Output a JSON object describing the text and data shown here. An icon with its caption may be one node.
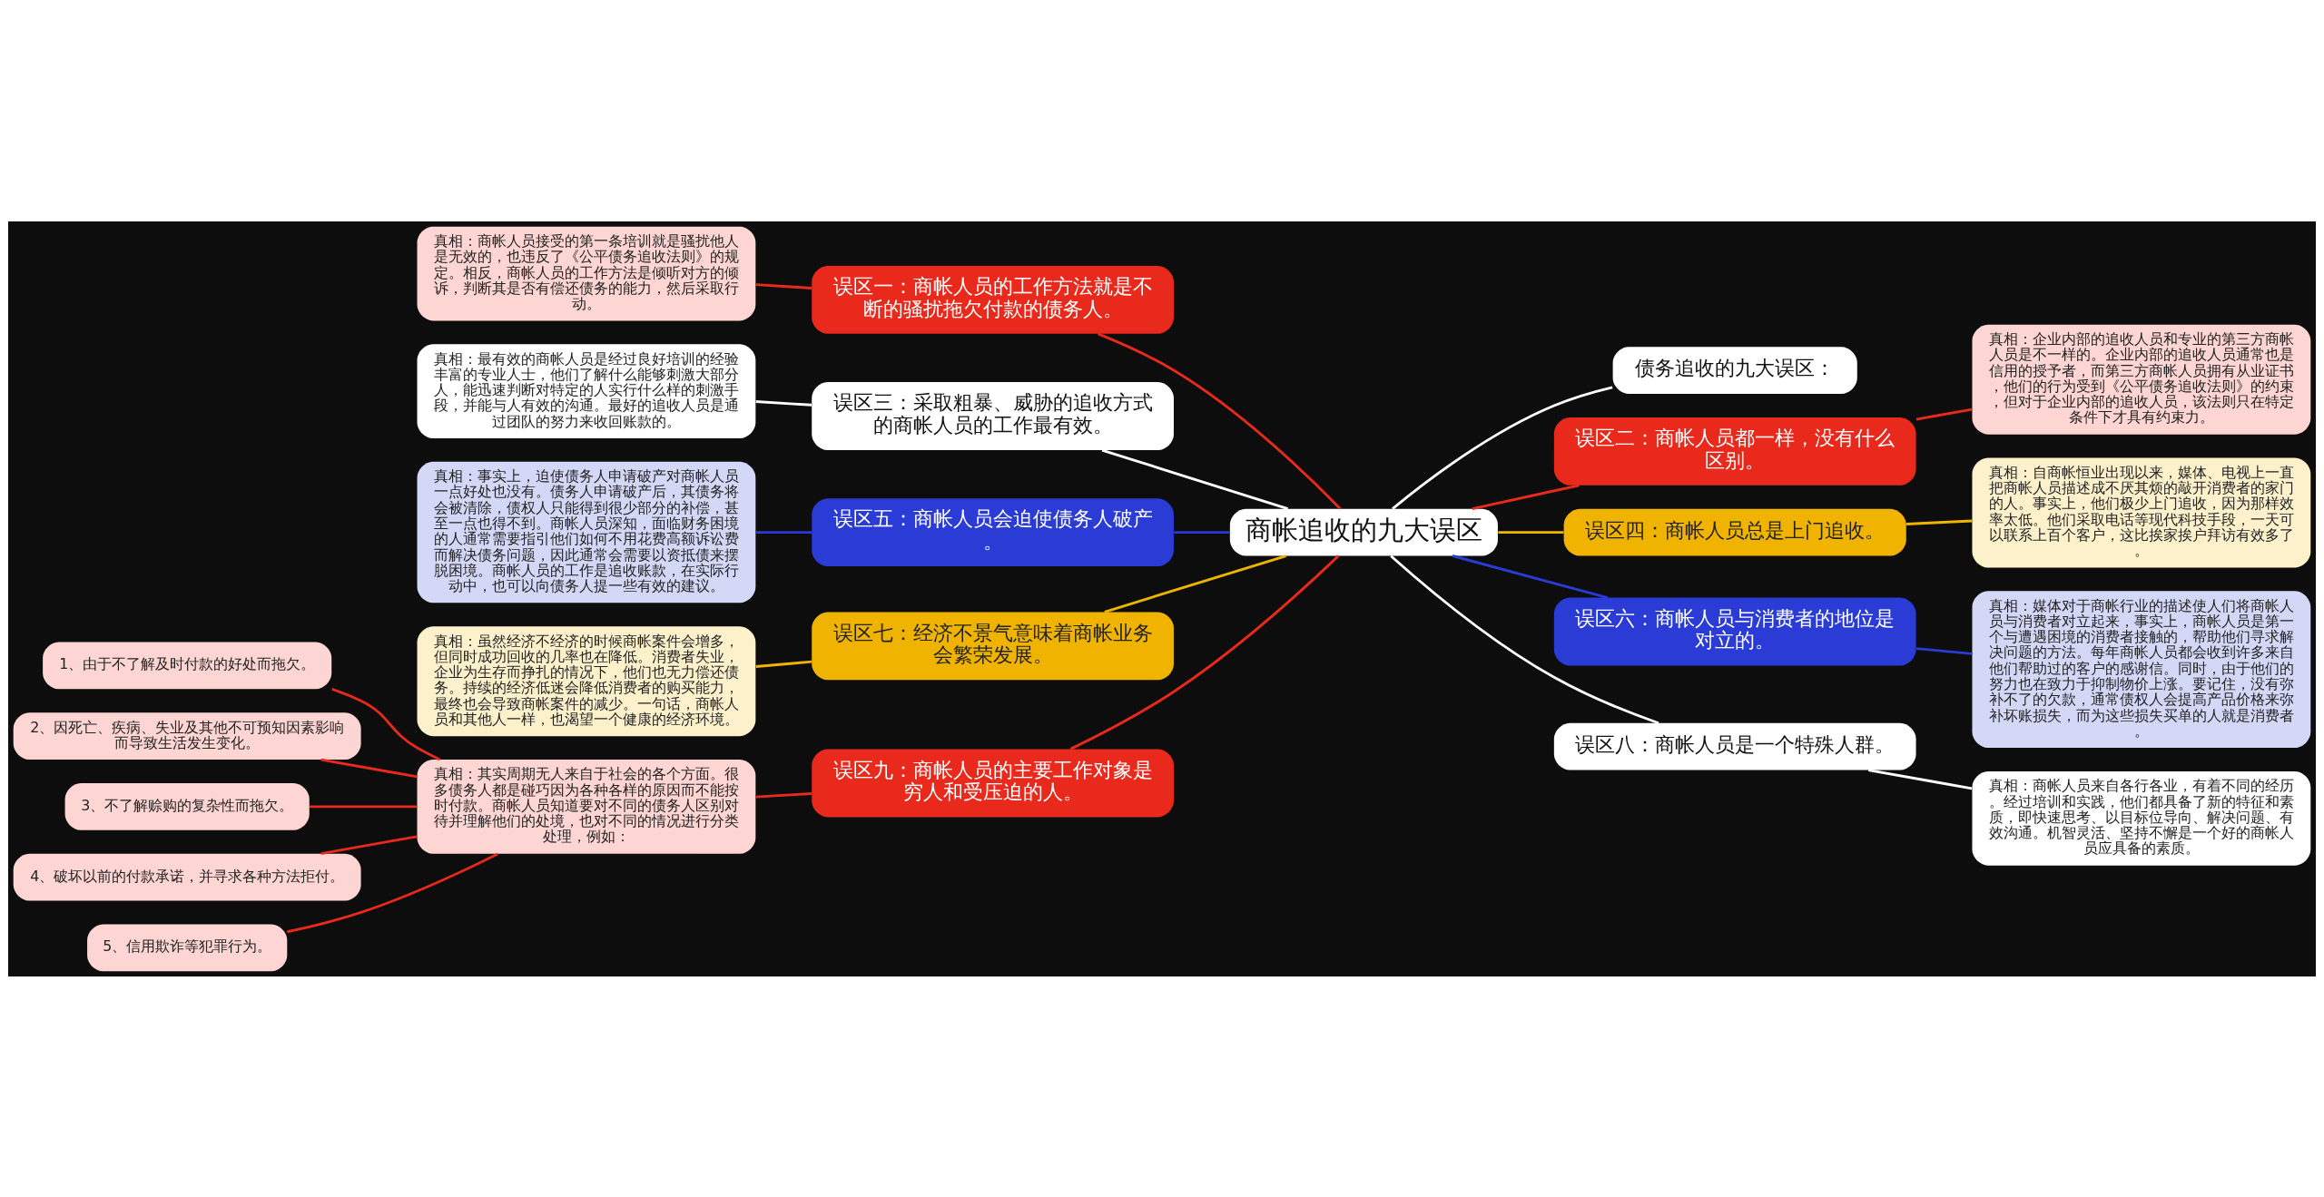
{
  "diagram": {
    "nodes": [
      {
        "text": [
          "商帐追收的九大误区"
        ]
      },
      {
        "text": [
          "债务追收的九大误区："
        ]
      },
      {
        "text": [
          "误区二：商帐人员都一样，没有什么区别。"
        ]
      },
      {
        "text": [
          "真相：企业内部的追收人员和专业的第三方商帐人员是不一样的。企业内部的追收人员通常也是信用的授予者，而第三方商帐人员拥有从业证书，他们的行为受到《公平债务追收法则》的约束，但对于企业内部的追收人员，该法则只在特定条件下才具有约束力。"
        ]
      },
      {
        "text": [
          "误区四：商帐人员总是上门追收。"
        ]
      },
      {
        "text": [
          "真相：自商帐恒业出现以来，媒体、电视上一直把商帐人员描述成不厌其烦的敲开消费者的家门的人。事实上，他们极少上门追收，因为那样效率太低。他们采取电话等现代科技手段，一天可以联系上百个客户，这比挨家挨户拜访有效多了。"
        ]
      },
      {
        "text": [
          "误区六：商帐人员与消费者的地位是对立的。"
        ]
      },
      {
        "text": [
          "真相：媒体对于商帐行业的描述使人们将商帐人员与消费者对立起来，事实上，商帐人员是第一个与遭遇困境的消费者接触的，帮助他们寻求解决问题的方法。每年商帐人员都会收到许多来自他们帮助过的客户的感谢信。同时，由于他们的努力也在致力于抑制物价上涨。要记住，没有弥补不了的欠款，通常债权人会提高产品价格来弥补坏账损失，而为这些损失买单的人就是消费者。"
        ]
      },
      {
        "text": [
          "误区八：商帐人员是一个特殊人群。"
        ]
      },
      {
        "text": [
          "真相：商帐人员来自各行各业，有着不同的经历。经过培训和实践，他们都具备了新的特征和素质，即快速思考、以目标位导向、解决问题、有效沟通。机智灵活、坚持不懈是一个好的商帐人员应具备的素质。"
        ]
      },
      {
        "text": [
          "误区一：商帐人员的工作方法就是不断的骚扰拖欠付款的债务人。"
        ]
      },
      {
        "text": [
          "真相：商帐人员接受的第一条培训就是骚扰他人是无效的，也违反了《公平债务追收法则》的规定。相反，商帐人员的工作方法是倾听对方的倾诉，判断其是否有偿还债务的能力，然后采取行动。"
        ]
      },
      {
        "text": [
          "误区三：采取粗暴、威胁的追收方式的商帐人员的工作最有效。"
        ]
      },
      {
        "text": [
          "真相：最有效的商帐人员是经过良好培训的经验丰富的专业人士，他们了解什么能够刺激大部分人，能迅速判断对特定的人实行什么样的刺激手段，并能与人有效的沟通。最好的追收人员是通过团队的努力来收回账款的。"
        ]
      },
      {
        "text": [
          "误区五：商帐人员会迫使债务人破产。"
        ]
      },
      {
        "text": [
          "真相：事实上，迫使债务人申请破产对商帐人员一点好处也没有。债务人申请破产后，其债务将会被清除，债权人只能得到很少部分的补偿，甚至一点也得不到。商帐人员深知，面临财务困境的人通常需要指引他们如何不用花费高额诉讼费而解决债务问题，因此通常会需要以资抵债来摆脱困境。商帐人员的工作是追收账款，在实际行动中，也可以向债务人提一些有效的建议。"
        ]
      },
      {
        "text": [
          "误区七：经济不景气意味着商帐业务会繁荣发展。"
        ]
      },
      {
        "text": [
          "真相：虽然经济不经济的时候商帐案件会增多，但同时成功回收的几率也在降低。消费者失业，企业为生存而挣扎的情况下，他们也无力偿还债务。持续的经济低迷会降低消费者的购买能力，最终也会导致商帐案件的减少。一句话，商帐人员和其他人一样，也渴望一个健康的经济环境。"
        ]
      },
      {
        "text": [
          "误区九：商帐人员的主要工作对象是穷人和受压迫的人。"
        ]
      },
      {
        "text": [
          "真相：其实周期无人来自于社会的各个方面。很多债务人都是碰巧因为各种各样的原因而不能按时付款。商帐人员知道要对不同的债务人区别对待并理解他们的处境，也对不同的情况进行分类处理，例如："
        ]
      },
      {
        "text": [
          "1、由于不了解及时付款的好处而拖欠。"
        ]
      },
      {
        "text": [
          "2、因死亡、疾病、失业及其他不可预知因素影响而导致生活发生变化。"
        ]
      },
      {
        "text": [
          "3、不了解赊购的复杂性而拖欠。"
        ]
      },
      {
        "text": [
          "4、破坏以前的付款承诺，并寻求各种方法拒付。"
        ]
      },
      {
        "text": [
          "5、信用欺诈等犯罪行为。"
        ]
      }
    ],
    "edges": [
      {
        "from": 0,
        "to": 1,
        "arrow": "none",
        "color": "#ffffff"
      },
      {
        "from": 0,
        "to": 2,
        "arrow": "none",
        "color": "#e8291c"
      },
      {
        "from": 2,
        "to": 3,
        "arrow": "none",
        "color": "#e8291c"
      },
      {
        "from": 0,
        "to": 4,
        "arrow": "none",
        "color": "#f0b400"
      },
      {
        "from": 4,
        "to": 5,
        "arrow": "none",
        "color": "#f0b400"
      },
      {
        "from": 0,
        "to": 6,
        "arrow": "none",
        "color": "#2a3bd6"
      },
      {
        "from": 6,
        "to": 7,
        "arrow": "none",
        "color": "#2a3bd6"
      },
      {
        "from": 0,
        "to": 8,
        "arrow": "none",
        "color": "#ffffff"
      },
      {
        "from": 8,
        "to": 9,
        "arrow": "none",
        "color": "#ffffff"
      },
      {
        "from": 0,
        "to": 10,
        "arrow": "none",
        "color": "#e8291c"
      },
      {
        "from": 10,
        "to": 11,
        "arrow": "none",
        "color": "#e8291c"
      },
      {
        "from": 0,
        "to": 12,
        "arrow": "none",
        "color": "#ffffff"
      },
      {
        "from": 12,
        "to": 13,
        "arrow": "none",
        "color": "#ffffff"
      },
      {
        "from": 0,
        "to": 14,
        "arrow": "none",
        "color": "#2a3bd6"
      },
      {
        "from": 14,
        "to": 15,
        "arrow": "none",
        "color": "#2a3bd6"
      },
      {
        "from": 0,
        "to": 16,
        "arrow": "none",
        "color": "#f0b400"
      },
      {
        "from": 16,
        "to": 17,
        "arrow": "none",
        "color": "#f0b400"
      },
      {
        "from": 0,
        "to": 18,
        "arrow": "none",
        "color": "#e8291c"
      },
      {
        "from": 18,
        "to": 19,
        "arrow": "none",
        "color": "#e8291c"
      },
      {
        "from": 19,
        "to": 20,
        "arrow": "none",
        "color": "#e8291c"
      },
      {
        "from": 19,
        "to": 21,
        "arrow": "none",
        "color": "#e8291c"
      },
      {
        "from": 19,
        "to": 22,
        "arrow": "none",
        "color": "#e8291c"
      },
      {
        "from": 19,
        "to": 23,
        "arrow": "none",
        "color": "#e8291c"
      },
      {
        "from": 19,
        "to": 24,
        "arrow": "none",
        "color": "#e8291c"
      }
    ]
  }
}
